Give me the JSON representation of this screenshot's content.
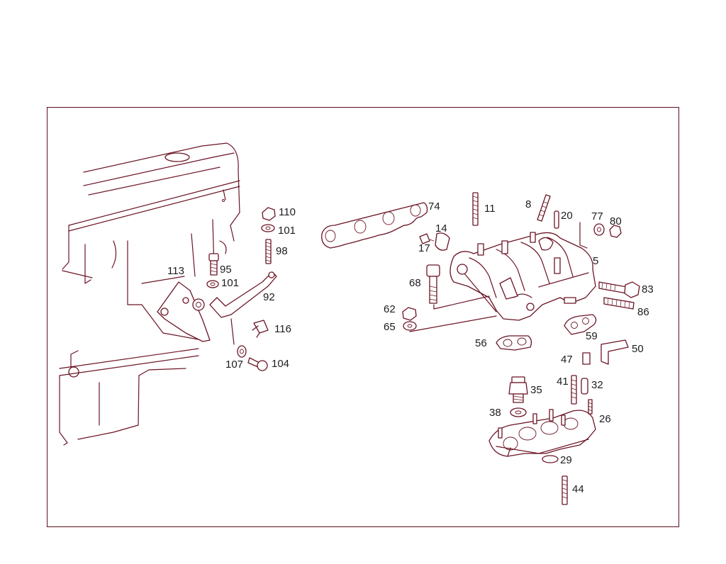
{
  "colors": {
    "frame": "#5a0f1e",
    "ink": "#6b1424",
    "label": "#1c1c1c",
    "background": "#ffffff"
  },
  "part_labels": {
    "p110": "110",
    "p101a": "101",
    "p98": "98",
    "p95": "95",
    "p101b": "101",
    "p92": "92",
    "p113": "113",
    "p116": "116",
    "p107": "107",
    "p104": "104",
    "p74": "74",
    "p11": "11",
    "p8": "8",
    "p20": "20",
    "p77": "77",
    "p80": "80",
    "p14": "14",
    "p17": "17",
    "p5": "5",
    "p68": "68",
    "p83": "83",
    "p86": "86",
    "p62": "62",
    "p65": "65",
    "p59": "59",
    "p56": "56",
    "p47": "47",
    "p50": "50",
    "p41": "41",
    "p32": "32",
    "p35": "35",
    "p38": "38",
    "p26": "26",
    "p29": "29",
    "p44": "44"
  }
}
